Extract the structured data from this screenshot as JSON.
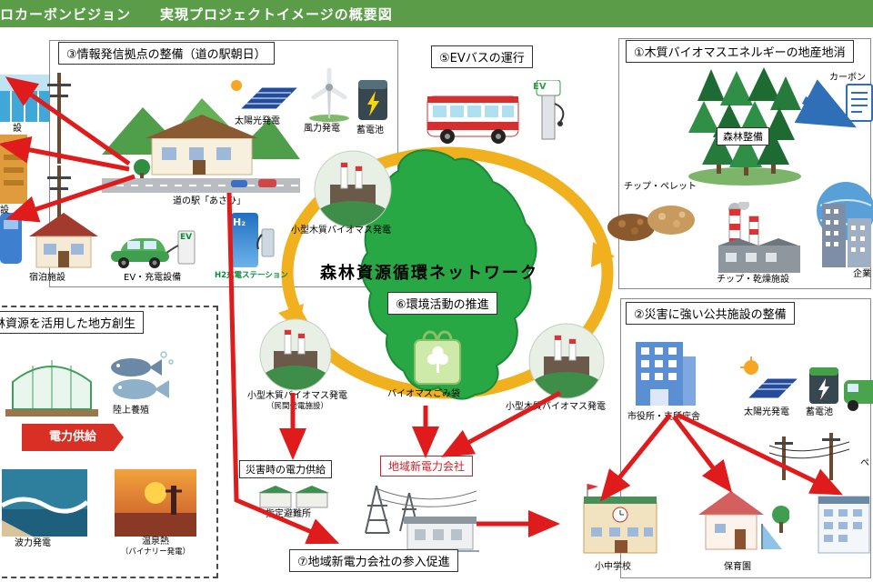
{
  "colors": {
    "header_green": "#5b9c49",
    "arrow_red": "#e01b1b",
    "ring_gold": "#f1b11f",
    "map_green": "#28a745",
    "newpower_red": "#d61f26",
    "h2_green": "#0b8a3e",
    "blue_arrow": "#2e6fb7"
  },
  "header": {
    "title": "ロカーボンビジョン　　実現プロジェクトイメージの概要図"
  },
  "s3": {
    "title": "③情報発信拠点の整備（道の駅朝日）",
    "michinoeki": "道の駅「あさひ」",
    "solar": "太陽光発電",
    "wind": "風力発電",
    "battery": "蓄電池",
    "ev": "EV・充電設備",
    "h2": "H2充電ステーション",
    "lodging": "宿泊施設",
    "cut_label_1": "設",
    "cut_label_2": "設",
    "ev_sign": "EV",
    "h2_sign": "H₂"
  },
  "s5": {
    "title": "⑤EVバスの運行",
    "ev_sign": "EV"
  },
  "s1": {
    "title": "①木質バイオマスエネルギーの地産地消",
    "forest": "森林整備",
    "chips": "チップ・ペレット",
    "factory": "チップ・乾燥施設",
    "carbon": "カーボン",
    "company": "企業"
  },
  "center": {
    "network": "森林資源循環ネットワーク",
    "biomass_a": "小型木質バイオマス発電",
    "biomass_b_line1": "小型木質バイオマス発電",
    "biomass_b_line2": "（民間発電施設）",
    "biomass_c": "小型木質バイオマス発電",
    "s6_title": "⑥環境活動の推進",
    "bag": "バイオマスごみ袋"
  },
  "s4": {
    "title": "林資源を活用した地方創生",
    "fish": "陸上養殖",
    "power_supply": "電力供給",
    "wave": "波力発電",
    "onsen_line1": "温泉熱",
    "onsen_line2": "（バイナリー発電）"
  },
  "bottom": {
    "disaster_supply": "災害時の電力供給",
    "shelter": "指定避難所",
    "new_power": "地域新電力会社",
    "s7_title": "⑦地域新電力会社の参入促進"
  },
  "s2": {
    "title": "②災害に強い公共施設の整備",
    "cityhall": "市役所・支所庁舎",
    "solar": "太陽光発電",
    "battery": "蓄電池",
    "school": "小中学校",
    "nursery": "保育園",
    "cut_label": "ペ"
  }
}
